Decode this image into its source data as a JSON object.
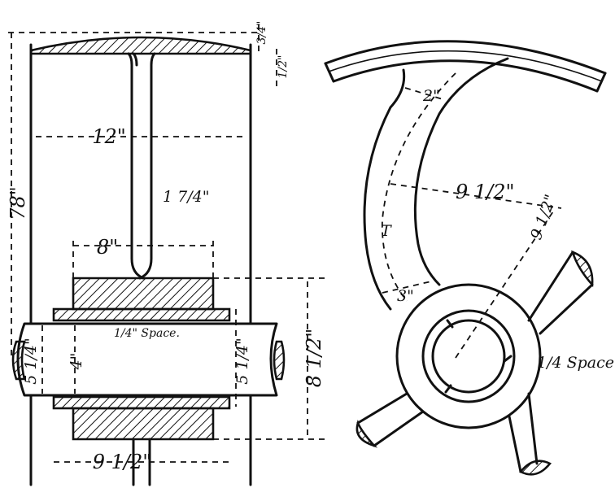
{
  "side_view": {
    "labels": {
      "height": "78\"",
      "web_width": "12\"",
      "web_thickness": "1 7/4\"",
      "hub_length": "8\"",
      "space": "1/4\" Space.",
      "shaft_left": "5 1/4\"",
      "shaft_inner": "4\"",
      "shaft_right": "5 1/4\"",
      "bore_height": "8 1/2\"",
      "base_width": "9 1/2\"",
      "rim_top": "3/4\"",
      "rim_right": "1/2\""
    }
  },
  "front_view": {
    "labels": {
      "arm_width": "2\"",
      "radius": "9 1/2\"",
      "radius_inner": "9 1/2\"",
      "arm_root": "3\"",
      "t_mark": "T",
      "space": "1/4 Space."
    }
  },
  "colors": {
    "ink": "#111111",
    "paper": "#ffffff"
  }
}
